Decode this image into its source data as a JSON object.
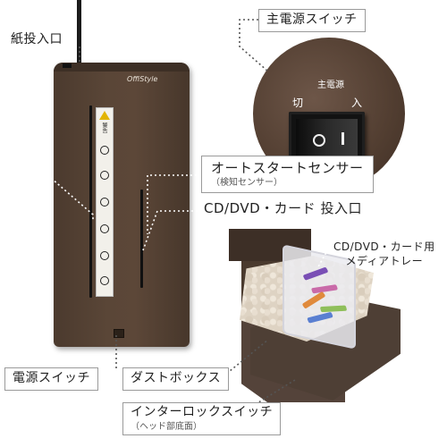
{
  "labels": {
    "main_power_switch": "主電源スイッチ",
    "paper_slot": "紙投入口",
    "auto_start_sensor": "オートスタートセンサー",
    "auto_start_sensor_sub": "（検知センサー）",
    "cd_slot": "CD/DVD・カード 投入口",
    "media_tray_line1": "CD/DVD・カード用",
    "media_tray_line2": "メディアトレー",
    "power_switch": "電源スイッチ",
    "dust_box": "ダストボックス",
    "interlock_switch": "インターロックスイッチ",
    "interlock_switch_sub": "（ヘッド部底面）"
  },
  "zoom": {
    "title": "主電源",
    "off": "切",
    "on": "入"
  },
  "device": {
    "brand": "OffiStyle",
    "warning": "警告"
  },
  "colors": {
    "body": "#5a4637",
    "rocker": "#121212",
    "label_border": "#9a9a9a"
  }
}
